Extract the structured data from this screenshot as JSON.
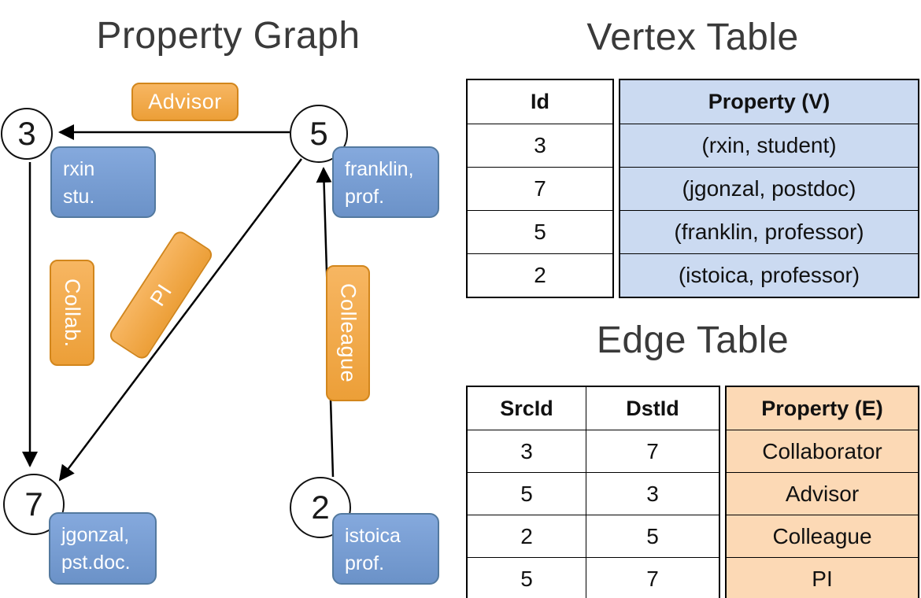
{
  "colors": {
    "edge_label_orange": "#F2A câu24C",
    "orange_fill_top": "#F7B662",
    "orange_fill_bottom": "#EC9F38",
    "orange_border": "#D2861C",
    "blue_fill_top": "#85A9DD",
    "blue_fill_bottom": "#6B92C8",
    "blue_border": "#53799F",
    "vertex_property_col_bg": "#CBDAF1",
    "edge_property_col_bg": "#FCD9B5",
    "line_color": "#000000"
  },
  "graph": {
    "title": "Property Graph",
    "nodes": {
      "n3": {
        "id": "3",
        "prop_line1": "rxin",
        "prop_line2": "stu."
      },
      "n5": {
        "id": "5",
        "prop_line1": "franklin,",
        "prop_line2": "prof."
      },
      "n7": {
        "id": "7",
        "prop_line1": "jgonzal,",
        "prop_line2": "pst.doc."
      },
      "n2": {
        "id": "2",
        "prop_line1": "istoica",
        "prop_line2": "prof."
      }
    },
    "edges": {
      "advisor": "Advisor",
      "collab": "Collab.",
      "pi": "PI",
      "colleague": "Colleague"
    }
  },
  "vertex_table": {
    "title": "Vertex Table",
    "headers": {
      "id": "Id",
      "property": "Property (V)"
    },
    "rows": [
      {
        "id": "3",
        "property": "(rxin, student)"
      },
      {
        "id": "7",
        "property": "(jgonzal, postdoc)"
      },
      {
        "id": "5",
        "property": "(franklin, professor)"
      },
      {
        "id": "2",
        "property": "(istoica, professor)"
      }
    ]
  },
  "edge_table": {
    "title": "Edge Table",
    "headers": {
      "src": "SrcId",
      "dst": "DstId",
      "property": "Property (E)"
    },
    "rows": [
      {
        "src": "3",
        "dst": "7",
        "property": "Collaborator"
      },
      {
        "src": "5",
        "dst": "3",
        "property": "Advisor"
      },
      {
        "src": "2",
        "dst": "5",
        "property": "Colleague"
      },
      {
        "src": "5",
        "dst": "7",
        "property": "PI"
      }
    ]
  }
}
